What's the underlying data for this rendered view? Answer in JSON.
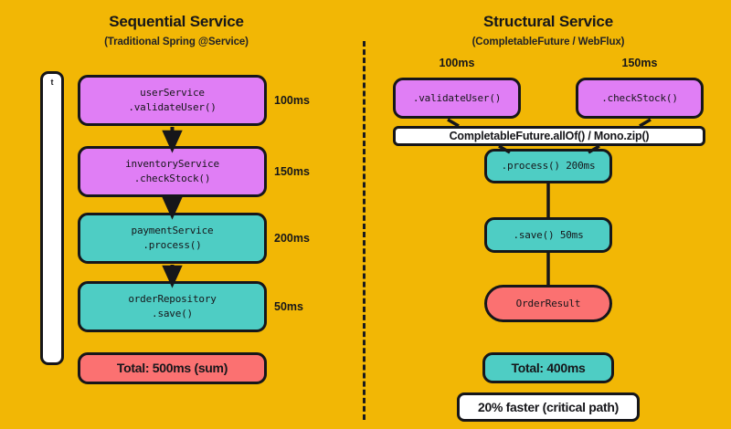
{
  "background_color": "#f2b705",
  "palette": {
    "purple": "#e07ef5",
    "teal": "#4ecdc4",
    "red": "#fb7171",
    "white": "#ffffff",
    "outline": "#16161a"
  },
  "left_panel": {
    "title": "Sequential Service",
    "subtitle": "(Traditional Spring @Service)",
    "timeline_label": "t",
    "steps": [
      {
        "line1": "userService",
        "line2": ".validateUser()",
        "duration": "100ms",
        "color": "purple"
      },
      {
        "line1": "inventoryService",
        "line2": ".checkStock()",
        "duration": "150ms",
        "color": "purple"
      },
      {
        "line1": "paymentService",
        "line2": ".process()",
        "duration": "200ms",
        "color": "teal"
      },
      {
        "line1": "orderRepository",
        "line2": ".save()",
        "duration": "50ms",
        "color": "teal"
      }
    ],
    "total": "Total: 500ms (sum)"
  },
  "right_panel": {
    "title": "Structural Service",
    "subtitle": "(CompletableFuture / WebFlux)",
    "parallel": [
      {
        "label": ".validateUser()",
        "duration": "100ms",
        "color": "purple"
      },
      {
        "label": ".checkStock()",
        "duration": "150ms",
        "color": "purple"
      }
    ],
    "join_bar": "CompletableFuture.allOf() / Mono.zip()",
    "sequence": [
      {
        "label": ".process() 200ms",
        "color": "teal"
      },
      {
        "label": ".save() 50ms",
        "color": "teal"
      }
    ],
    "result": "OrderResult",
    "total": "Total: 400ms",
    "footnote": "20% faster (critical path)"
  }
}
